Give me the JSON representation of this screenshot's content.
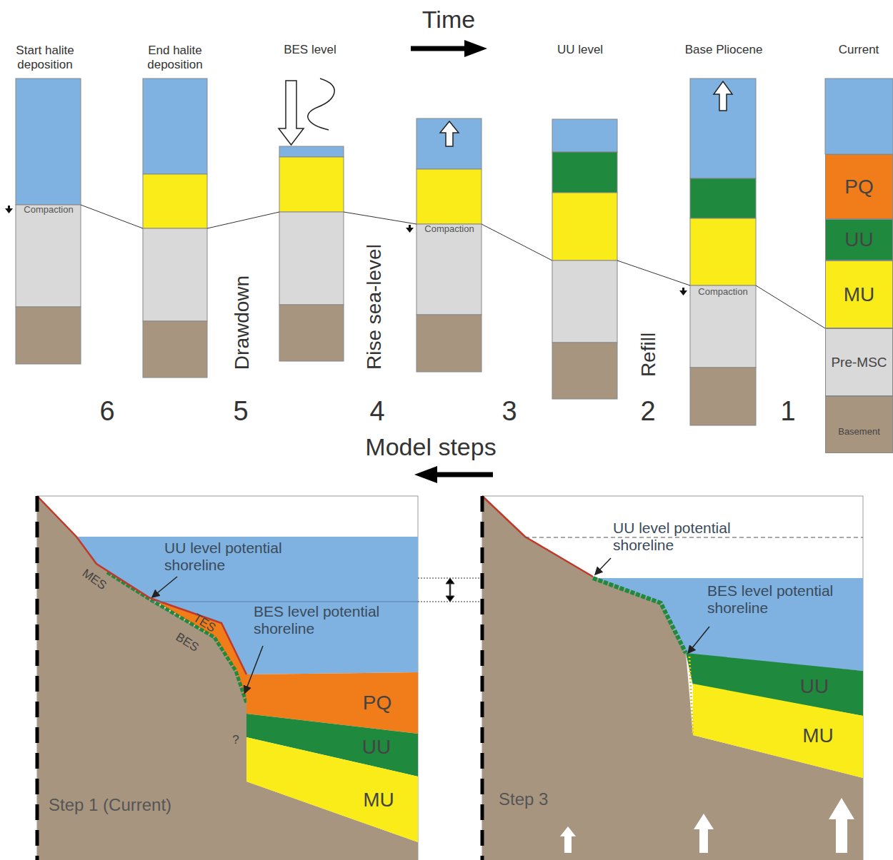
{
  "diagram": {
    "nodes": [
      {
        "text": [
          "PQ"
        ]
      },
      {
        "text": [
          "UU"
        ]
      },
      {
        "text": [
          "MU"
        ]
      },
      {
        "text": [
          "Pre-MSC"
        ]
      },
      {
        "text": [
          "Basement"
        ]
      }
    ],
    "labels": [
      "Time",
      "Start halite deposition",
      "End halite deposition",
      "BES level",
      "UU level",
      "Base Pliocene",
      "Current",
      "Compaction",
      "Compaction",
      "Compaction",
      "Drawdown",
      "Rise sea-level",
      "Refill",
      "6",
      "5",
      "4",
      "3",
      "2",
      "1",
      "Model steps",
      "MES",
      "TES",
      "BES",
      "UU level potential shoreline",
      "BES level potential shoreline",
      "PQ",
      "UU",
      "MU",
      "?",
      "Step 1 (Current)",
      "UU level potential shoreline",
      "BES level potential shoreline",
      "UU",
      "MU",
      "Step 3"
    ]
  }
}
